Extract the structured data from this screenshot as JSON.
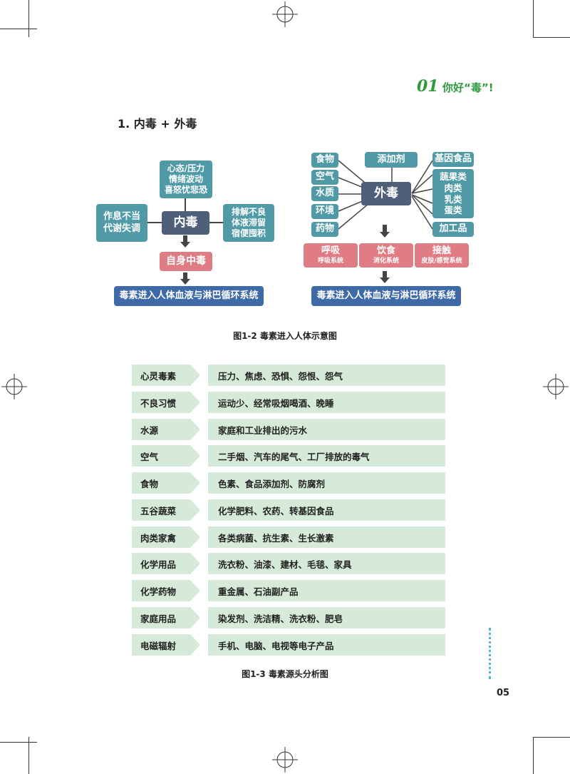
{
  "header": {
    "chapter_num": "01",
    "chapter_title": "你好“毒”!"
  },
  "section_title": "1. 内毒 + 外毒",
  "inner": {
    "top": [
      "心态/压力",
      "情绪波动",
      "喜怒忧悲恐"
    ],
    "left": [
      "作息不当",
      "代谢失调"
    ],
    "center": "内毒",
    "right": [
      "排解不良",
      "体液滞留",
      "宿便囤积"
    ],
    "result": "自身中毒",
    "final": "毒素进入人体血液与淋巴循环系统"
  },
  "outer": {
    "left": [
      "食物",
      "空气",
      "水质",
      "环境",
      "药物"
    ],
    "top": "添加剂",
    "right_top": "基因食品",
    "right_middle": [
      "蔬果类",
      "肉类",
      "乳类",
      "蛋类"
    ],
    "right_bottom": "加工品",
    "center": "外毒",
    "routes": [
      {
        "title": "呼吸",
        "sub": "呼吸系统"
      },
      {
        "title": "饮食",
        "sub": "消化系统"
      },
      {
        "title": "接触",
        "sub": "皮肤/感觉系统"
      }
    ],
    "final": "毒素进入人体血液与淋巴循环系统"
  },
  "caption_1": "图1-2  毒素进入人体示意图",
  "table": [
    {
      "label": "心灵毒素",
      "value": "压力、焦虑、恐惧、怨恨、怨气"
    },
    {
      "label": "不良习惯",
      "value": "运动少、经常吸烟喝酒、晚睡"
    },
    {
      "label": "水源",
      "value": "家庭和工业排出的污水"
    },
    {
      "label": "空气",
      "value": "二手烟、汽车的尾气、工厂排放的毒气"
    },
    {
      "label": "食物",
      "value": "色素、食品添加剂、防腐剂"
    },
    {
      "label": "五谷蔬菜",
      "value": "化学肥料、农药、转基因食品"
    },
    {
      "label": "肉类家禽",
      "value": "各类病菌、抗生素、生长激素"
    },
    {
      "label": "化学用品",
      "value": "洗衣粉、油漆、建材、毛毯、家具"
    },
    {
      "label": "化学药物",
      "value": "重金属、石油副产品"
    },
    {
      "label": "家庭用品",
      "value": "染发剂、洗洁精、洗衣粉、肥皂"
    },
    {
      "label": "电磁辐射",
      "value": "手机、电脑、电视等电子产品"
    }
  ],
  "caption_2": "图1-3  毒素源头分析图",
  "page_number": "05",
  "colors": {
    "green": "#2e9a3d",
    "teal": "#4f9aa6",
    "slate": "#4e5f7a",
    "pink": "#df7c84",
    "blue": "#3f6aa8",
    "row_bg": "#d6ead9"
  }
}
